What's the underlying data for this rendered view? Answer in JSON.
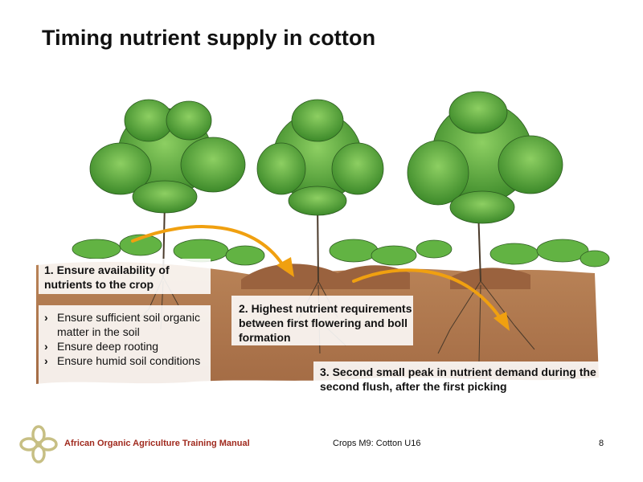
{
  "slide": {
    "title": "Timing nutrient supply in cotton"
  },
  "callouts": {
    "first": {
      "heading": "1. Ensure availability of nutrients to the crop",
      "bullets": [
        "Ensure sufficient soil organic matter in the soil",
        "Ensure deep rooting",
        "Ensure humid soil conditions"
      ],
      "bullet_glyph": "›"
    },
    "second": {
      "text": "2. Highest nutrient requirements between first flowering and boll formation"
    },
    "third": {
      "text": "3. Second small peak in nutrient demand during the second flush, after the first picking"
    }
  },
  "footer": {
    "organization": "African Organic Agriculture Training Manual",
    "module": "Crops M9: Cotton U16",
    "page_number": "8"
  },
  "colors": {
    "arrow": "#f0a010",
    "soil": "#b47a52",
    "foliage": "#5fae3e",
    "org_text": "#a02a1e",
    "logo": "#c7bf84"
  },
  "icons": [
    "cotton-plant-illustration",
    "arrow-icon",
    "ornament-logo-icon"
  ]
}
